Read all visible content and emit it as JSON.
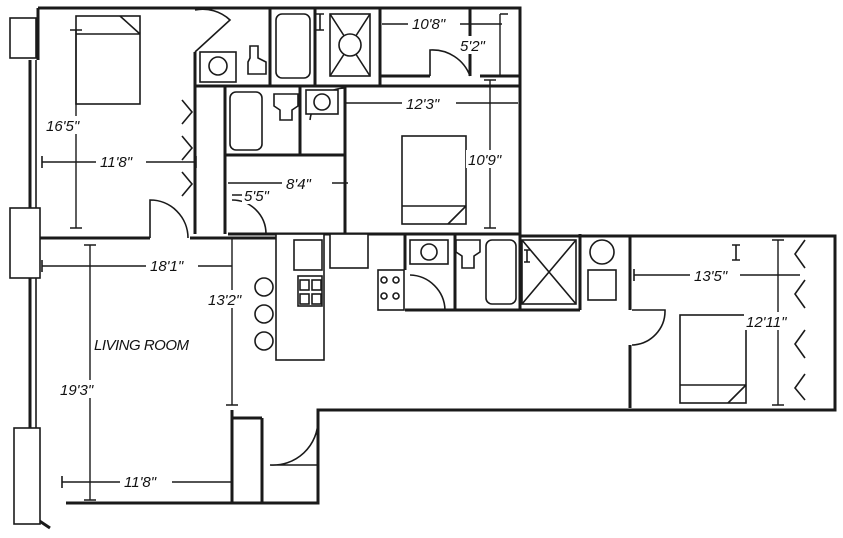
{
  "rooms": {
    "living_room": "LIVING ROOM"
  },
  "dimensions": {
    "bed1_height": "16'5\"",
    "bed1_width": "11'8\"",
    "living_width": "18'1\"",
    "living_height": "19'3\"",
    "living_bottom_width": "11'8\"",
    "kitchen_depth": "13'2\"",
    "hall_width": "8'4\"",
    "closet_width": "5'5\"",
    "top_closet_width": "10'8\"",
    "top_closet_depth": "5'2\"",
    "bed2_width": "12'3\"",
    "bed2_height": "10'9\"",
    "bed3_width": "13'5\"",
    "bed3_height": "12'11\""
  }
}
